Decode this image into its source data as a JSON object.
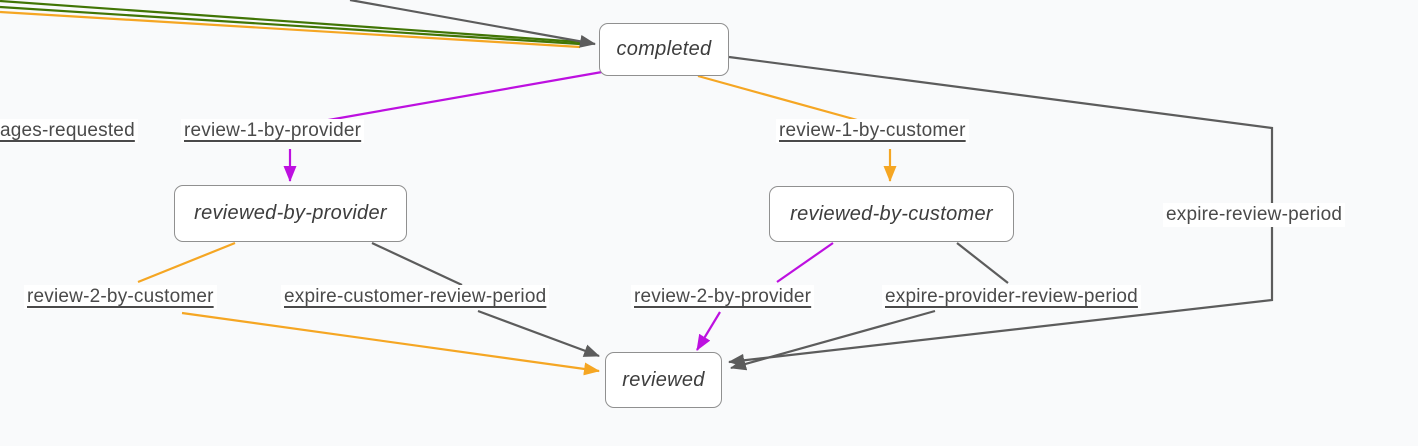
{
  "diagram": {
    "states": {
      "completed": "completed",
      "reviewed_by_provider": "reviewed-by-provider",
      "reviewed_by_customer": "reviewed-by-customer",
      "reviewed": "reviewed"
    },
    "transitions": {
      "changes_requested_partial": "ages-requested",
      "review_1_by_provider": "review-1-by-provider",
      "review_1_by_customer": "review-1-by-customer",
      "expire_review_period": "expire-review-period",
      "review_2_by_customer": "review-2-by-customer",
      "expire_customer_review_period": "expire-customer-review-period",
      "review_2_by_provider": "review-2-by-provider",
      "expire_provider_review_period": "expire-provider-review-period"
    },
    "colors": {
      "orange": "#f5a623",
      "magenta": "#bd10e0",
      "green": "#417505",
      "gray": "#5c5c5c",
      "state_border": "#909090",
      "text": "#4a4a4a",
      "background": "#f9fafb"
    }
  }
}
